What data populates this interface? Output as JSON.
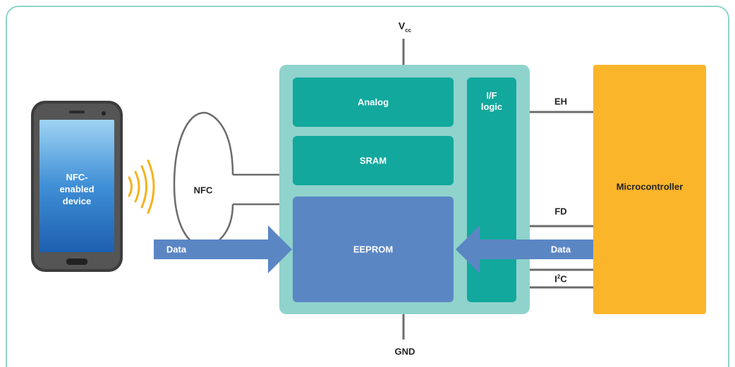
{
  "labels": {
    "vcc_main": "V",
    "vcc_sub": "cc",
    "gnd": "GND",
    "analog": "Analog",
    "sram": "SRAM",
    "eeprom": "EEPROM",
    "if_logic_line1": "I/F",
    "if_logic_line2": "logic",
    "microcontroller": "Microcontroller",
    "nfc": "NFC",
    "phone_line1": "NFC-",
    "phone_line2": "enabled",
    "phone_line3": "device",
    "data_left": "Data",
    "data_right": "Data",
    "eh": "EH",
    "fd": "FD",
    "i2c_main": "I",
    "i2c_sup": "2",
    "i2c_tail": "C"
  },
  "colors": {
    "frame": "#8fd3cc",
    "chip": "#8fd3cc",
    "block_teal": "#12a89d",
    "block_blue": "#5b86c4",
    "microcontroller": "#fbb52a",
    "arrow": "#5b86c4",
    "wire": "#6b6b6b",
    "nfc_waves": "#f5b21e"
  },
  "icons": [
    "smartphone-icon",
    "nfc-waves-icon",
    "nfc-antenna-icon"
  ]
}
